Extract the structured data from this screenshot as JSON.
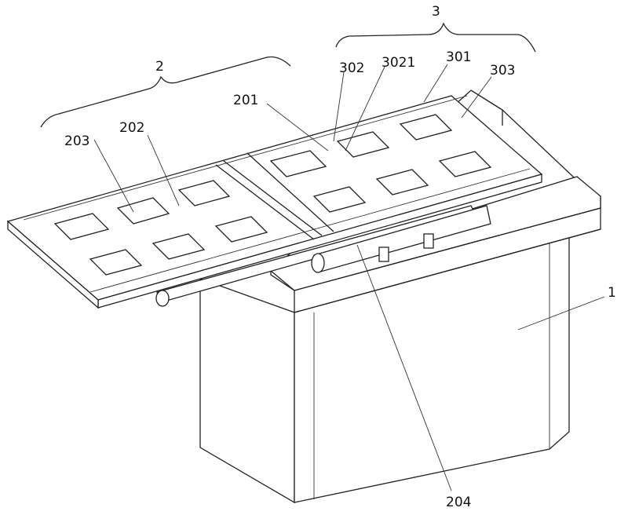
{
  "figure": {
    "labels": {
      "machine_body": "1",
      "tray_assembly": "2",
      "top_assembly": "3",
      "part_201": "201",
      "part_202": "202",
      "part_203": "203",
      "part_204": "204",
      "part_301": "301",
      "part_302": "302",
      "part_3021": "3021",
      "part_303": "303"
    }
  }
}
